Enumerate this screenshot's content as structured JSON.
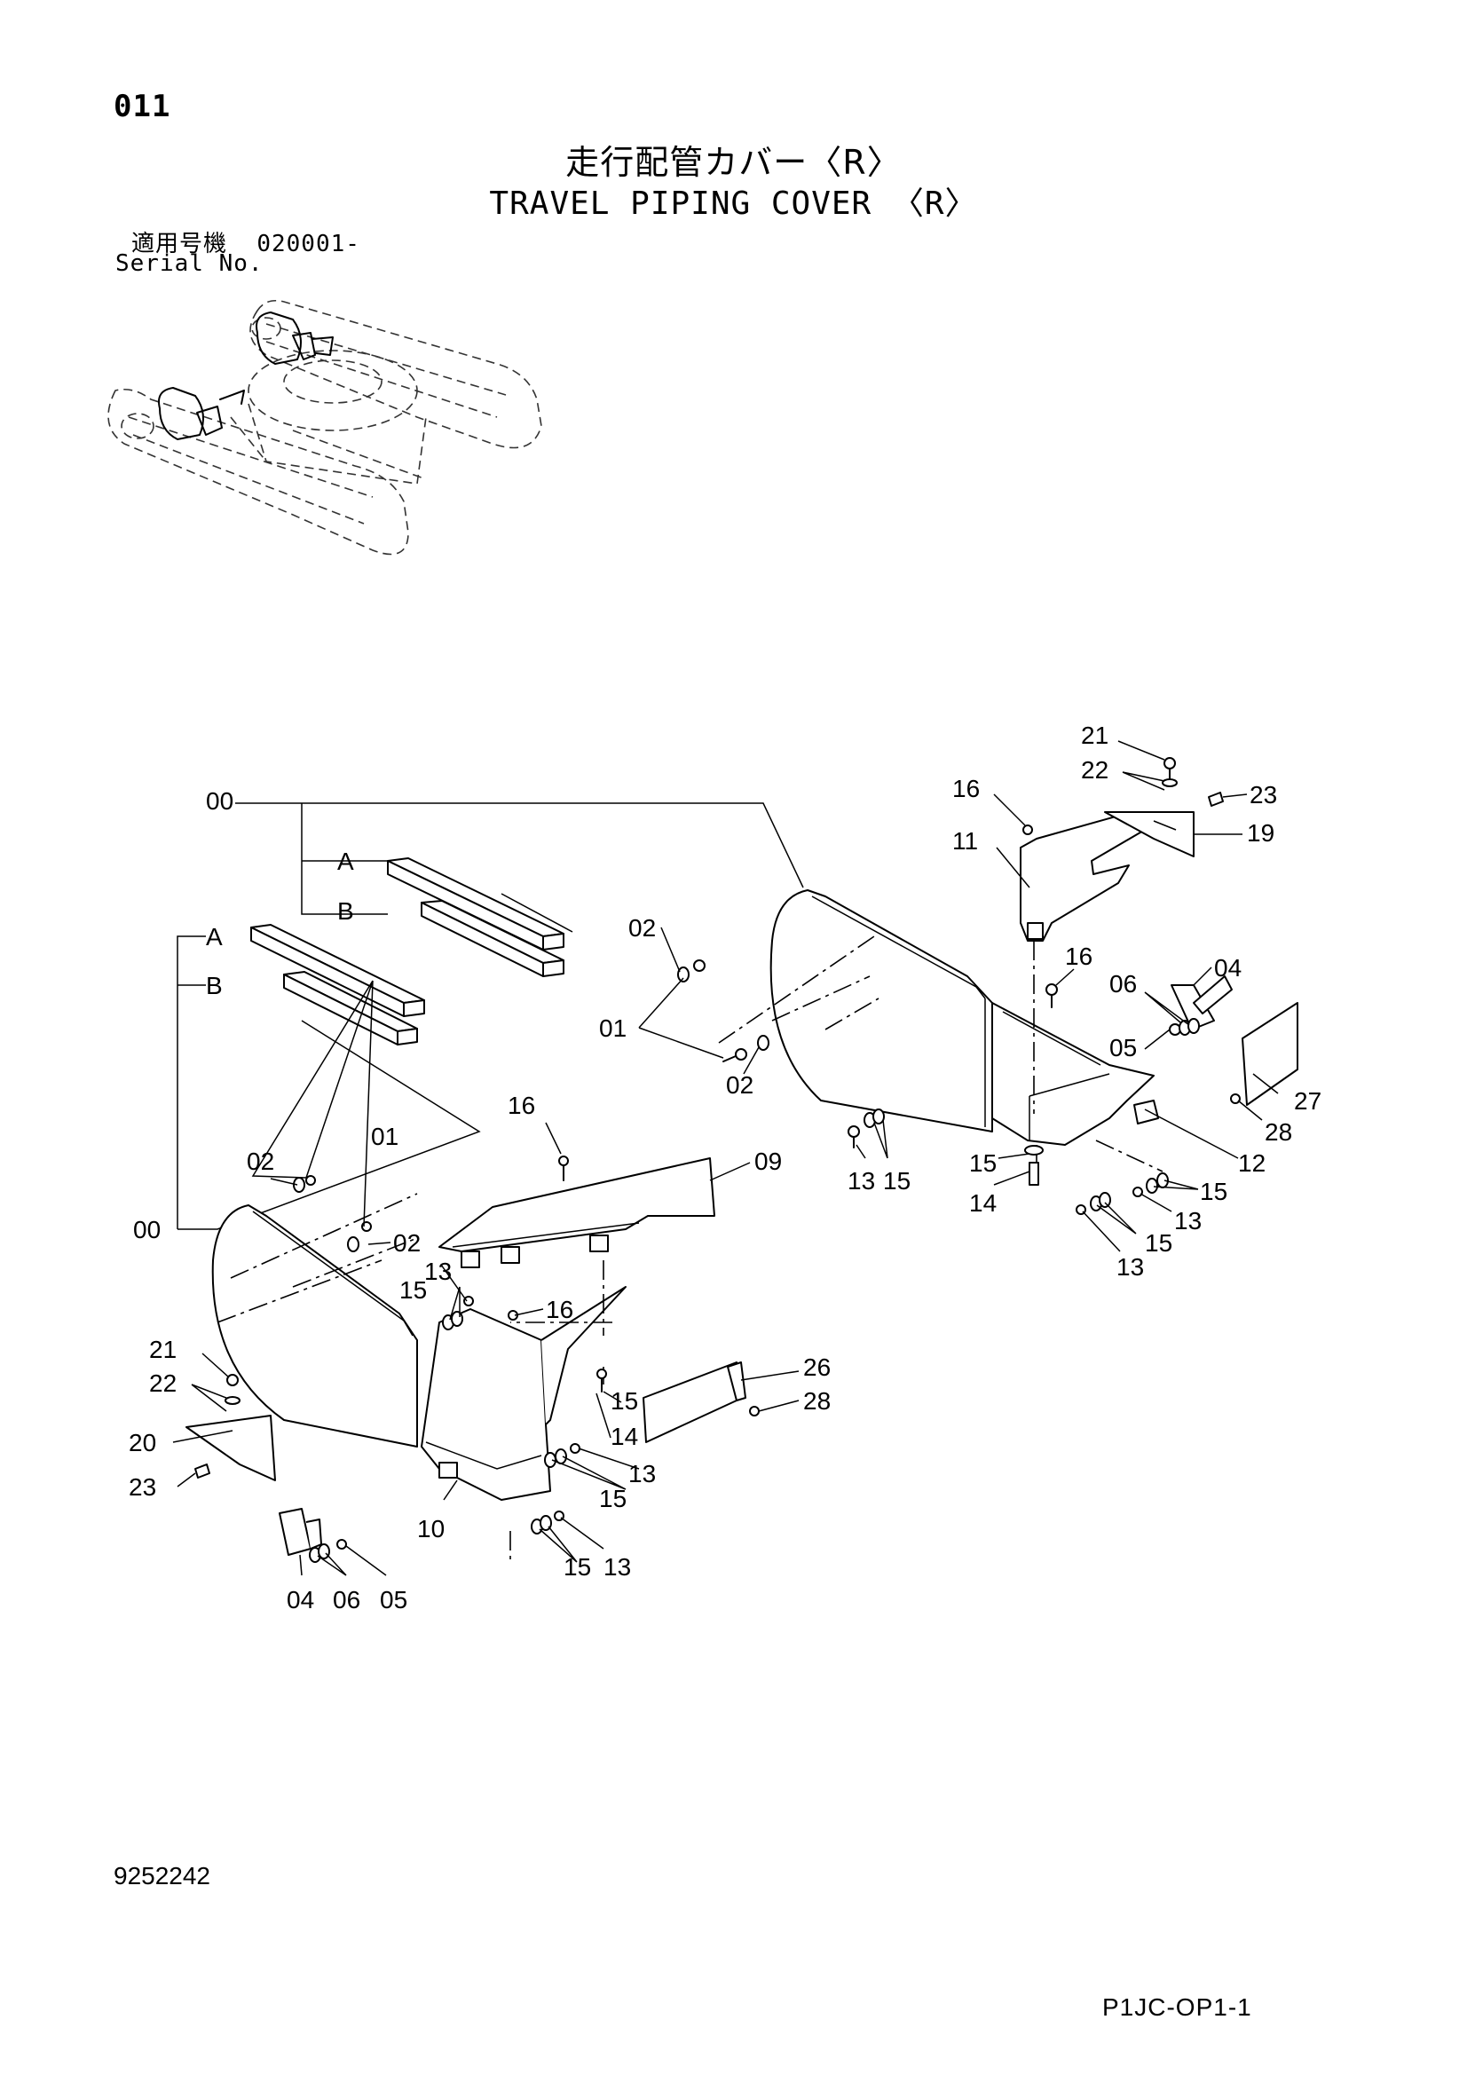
{
  "header": {
    "page_number": "011",
    "title_jp": "走行配管カバー〈R〉",
    "title_en": "TRAVEL PIPING COVER 〈R〉",
    "serial_label_jp": "適用号機",
    "serial_value": "020001-",
    "serial_label_en": "Serial No."
  },
  "footer": {
    "drawing_number": "9252242",
    "page_code": "P1JC-OP1-1"
  },
  "callouts": [
    "21",
    "22",
    "23",
    "16",
    "11",
    "19",
    "00",
    "A",
    "B",
    "02",
    "01",
    "16",
    "06",
    "04",
    "05",
    "27",
    "28",
    "02",
    "12",
    "15",
    "14",
    "13",
    "15",
    "15",
    "13",
    "15",
    "13",
    "16",
    "01",
    "02",
    "09",
    "00",
    "02",
    "13",
    "15",
    "16",
    "21",
    "22",
    "15",
    "14",
    "26",
    "28",
    "20",
    "23",
    "13",
    "15",
    "10",
    "15",
    "13",
    "04",
    "06",
    "05",
    "A",
    "B"
  ]
}
